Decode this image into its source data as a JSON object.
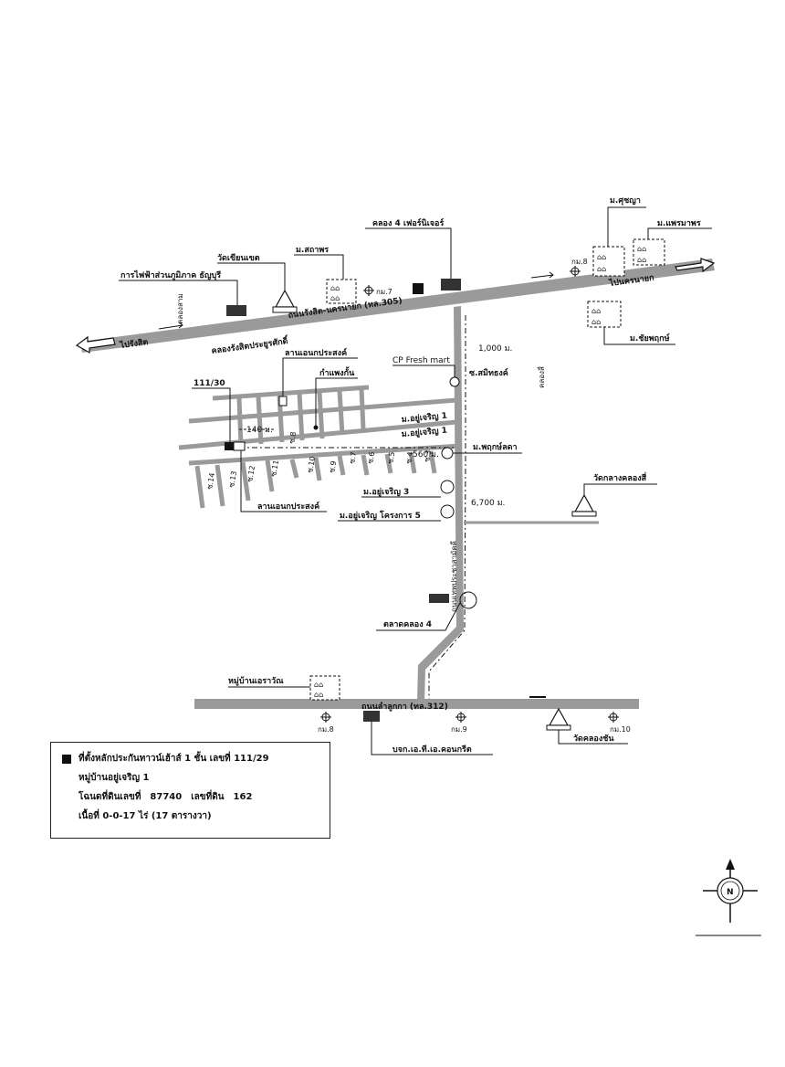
{
  "roads": {
    "main_road": "ถนนรังสิต-นครนายก (ทล.305)",
    "south_road": "ถนนลำลูกกา (ทล.312)",
    "soi_main": "ถนนเทพประชาสามัคคี",
    "to_west": "ไปรังสิต",
    "to_east": "ไปนครนายก",
    "canal_west": "คลองสาม",
    "canal_main": "คลองรังสิตประยูรศักดิ์",
    "canal_4": "คลองสี่",
    "soi_upper": "ซ.สมิทธงค์"
  },
  "landmarks": {
    "electricity": "การไฟฟ้าส่วนภูมิภาค ธัญบุรี",
    "wat_khian": "วัดเขียนเขต",
    "m_sathaporn": "ม.สถาพร",
    "furniture": "คลอง 4 เฟอร์นิเจอร์",
    "m_suchaya": "ม.ศุชญา",
    "m_phornmaporn": "ม.แพรมาพร",
    "m_chaiyaphruk": "ม.ชัยพฤกษ์",
    "km7": "กม.7",
    "km8_top": "กม.8",
    "cp_fresh": "CP Fresh mart",
    "lan_top": "ลานเอนกประสงค์",
    "wall": "กำแพงกั้น",
    "house_no": "111/30",
    "dist_140": "140 ม.",
    "m_yucharoen1": "ม.อยู่เจริญ 1",
    "m_yucharoen1b": "ม.อยู่เจริญ 1",
    "m_phruksa": "ม.พฤกษ์ลดา",
    "dist_560": "560 ม.",
    "dist_1000": "1,000 ม.",
    "lan_bottom": "ลานเอนกประสงค์",
    "m_yucharoen3": "ม.อยู่เจริญ 3",
    "m_yucharoen5": "ม.อยู่เจริญ โครงการ 5",
    "dist_6700": "6,700 ม.",
    "wat_klang": "วัดกลางคลองสี่",
    "market": "ตลาดคลอง 4",
    "m_erawan": "หมู่บ้านเอราวัณ",
    "km8_bottom": "กม.8",
    "km9": "กม.9",
    "km10": "กม.10",
    "gt_concrete": "บจก.เอ.ที.เอ.คอนกรีต",
    "wat_khlong_chan": "วัดคลองชัน"
  },
  "soi_numbers": [
    "ซ.14",
    "ซ.13",
    "ซ.12",
    "ซ.11",
    "ซ.10",
    "ซ.9",
    "ซ.7",
    "ซ.6",
    "ซ.5",
    "ซ.4",
    "ซ.3",
    "ซ.8"
  ],
  "info": {
    "line1": "ที่ตั้งหลักประกันทาวน์เฮ้าส์ 1 ชั้น เลขที่ 111/29",
    "line2": "หมู่บ้านอยู่เจริญ  1",
    "line3_label": "โฉนดที่ดินเลขที่",
    "line3_value": "87740",
    "line3_label2": "เลขที่ดิน",
    "line3_value2": "162",
    "line4": "เนื้อที่ 0-0-17  ไร่ (17 ตารางวา)"
  },
  "compass": {
    "north": "N"
  },
  "colors": {
    "road": "#9a9a9a",
    "ink": "#111111"
  }
}
